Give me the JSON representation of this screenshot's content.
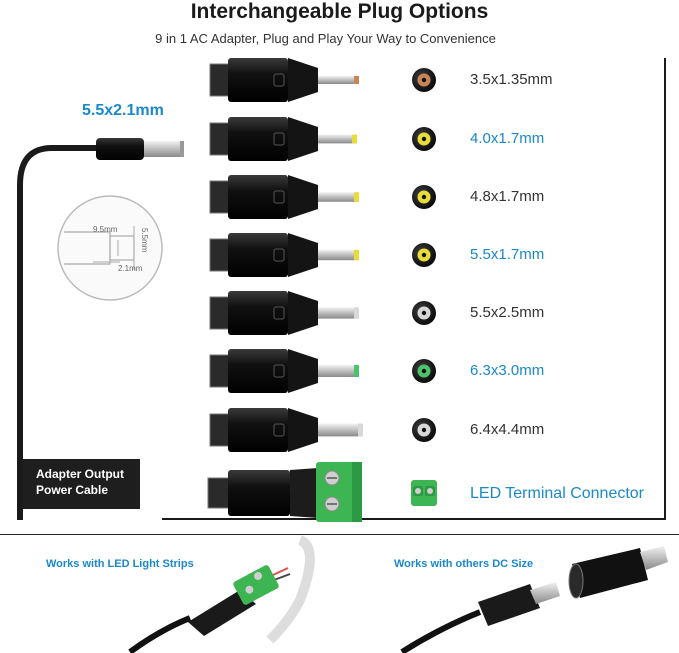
{
  "header": {
    "title": "Interchangeable Plug Options",
    "subtitle": "9 in 1 AC Adapter, Plug and Play Your Way to Convenience"
  },
  "cable": {
    "size_label": "5.5x2.1mm",
    "diagram_labels": [
      "9.5mm",
      "5.5mm",
      "2.1mm"
    ],
    "output_label_line1": "Adapter Output",
    "output_label_line2": "Power Cable"
  },
  "tips": [
    {
      "label": "3.5x1.35mm",
      "highlight": false,
      "tip_color": "#c8855a"
    },
    {
      "label": "4.0x1.7mm",
      "highlight": true,
      "tip_color": "#e8dc3a"
    },
    {
      "label": "4.8x1.7mm",
      "highlight": false,
      "tip_color": "#e8dc3a"
    },
    {
      "label": "5.5x1.7mm",
      "highlight": true,
      "tip_color": "#e8dc3a"
    },
    {
      "label": "5.5x2.5mm",
      "highlight": false,
      "tip_color": "#d8d8d8"
    },
    {
      "label": "6.3x3.0mm",
      "highlight": true,
      "tip_color": "#4cc26a"
    },
    {
      "label": "6.4x4.4mm",
      "highlight": false,
      "tip_color": "#d8d8d8"
    },
    {
      "label": "LED Terminal Connector",
      "highlight": true,
      "tip_color": "#3db552"
    }
  ],
  "bottom": {
    "led_label": "Works with LED Light Strips",
    "dc_label": "Works with others DC Size"
  },
  "colors": {
    "accent_blue": "#1a88c9",
    "terminal_green": "#3db552"
  }
}
